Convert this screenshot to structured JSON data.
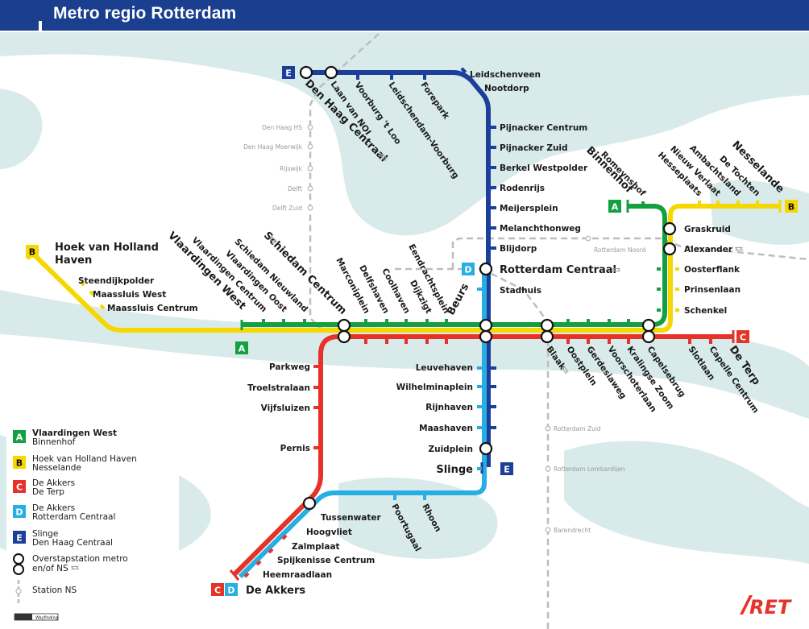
{
  "title": "Metro regio Rotterdam",
  "colors": {
    "header": "#1b3f8f",
    "line_a": "#14a040",
    "line_b": "#f6d800",
    "line_c": "#e63329",
    "line_d": "#27aee3",
    "line_e": "#1b3f9a",
    "ns": "#bdbdbd",
    "land": "#ffffff",
    "water": "#d9eaea"
  },
  "lines": {
    "a": {
      "letter": "A"
    },
    "b": {
      "letter": "B"
    },
    "c": {
      "letter": "C"
    },
    "d": {
      "letter": "D"
    },
    "e": {
      "letter": "E"
    }
  },
  "stations": {
    "leidschenveen": "Leidschenveen",
    "nootdorp": "Nootdorp",
    "forepark": "Forepark",
    "leidschendam_voorburg": "Leidschendam-Voorburg",
    "voorburg_t_loo": "Voorburg 't Loo",
    "laan_van_noi": "Laan van NOI",
    "den_haag_centraal": "Den Haag Centraal",
    "pijnacker_centrum": "Pijnacker Centrum",
    "pijnacker_zuid": "Pijnacker Zuid",
    "berkel_westpolder": "Berkel Westpolder",
    "rodenrijs": "Rodenrijs",
    "meijersplein": "Meijersplein",
    "melanchthonweg": "Melanchthonweg",
    "blijdorp": "Blijdorp",
    "rotterdam_centraal": "Rotterdam Centraal",
    "stadhuis": "Stadhuis",
    "beurs": "Beurs",
    "eendrachtsplein": "Eendrachtsplein",
    "dijkzigt": "Dijkzigt",
    "coolhaven": "Coolhaven",
    "delfshaven": "Delfshaven",
    "marconiplein": "Marconiplein",
    "schiedam_centrum": "Schiedam Centrum",
    "schiedam_nieuwland": "Schiedam Nieuwland",
    "vlaardingen_oost": "Vlaardingen Oost",
    "vlaardingen_centrum": "Vlaardingen Centrum",
    "vlaardingen_west": "Vlaardingen West",
    "hoek_van_holland_haven_1": "Hoek van Holland",
    "hoek_van_holland_haven_2": "Haven",
    "steendijkpolder": "Steendijkpolder",
    "maassluis_west": "Maassluis West",
    "maassluis_centrum": "Maassluis Centrum",
    "romeynshof": "Romeynshof",
    "binnenhof": "Binnenhof",
    "hesseplaats": "Hesseplaats",
    "nieuw_verlaat": "Nieuw Verlaat",
    "ambachtsland": "Ambachtsland",
    "de_tochten": "De Tochten",
    "nesselande": "Nesselande",
    "graskruid": "Graskruid",
    "alexander": "Alexander",
    "oosterflank": "Oosterflank",
    "prinsenlaan": "Prinsenlaan",
    "schenkel": "Schenkel",
    "blaak": "Blaak",
    "oostplein": "Oostplein",
    "gerdesiaweg": "Gerdesiaweg",
    "voorschoterlaan": "Voorschoterlaan",
    "kralingse_zoom": "Kralingse Zoom",
    "capelsebrug": "Capelsebrug",
    "slotlaan": "Slotlaan",
    "capelle_centrum": "Capelle Centrum",
    "de_terp": "De Terp",
    "parkweg": "Parkweg",
    "troelstralaan": "Troelstralaan",
    "vijfsluizen": "Vijfsluizen",
    "pernis": "Pernis",
    "leuvehaven": "Leuvehaven",
    "wilhelminaplein": "Wilhelminaplein",
    "rijnhaven": "Rijnhaven",
    "maashaven": "Maashaven",
    "zuidplein": "Zuidplein",
    "slinge": "Slinge",
    "tussenwater": "Tussenwater",
    "poortugaal": "Poortugaal",
    "rhoon": "Rhoon",
    "hoogvliet": "Hoogvliet",
    "zalmplaat": "Zalmplaat",
    "spijkenisse_centrum": "Spijkenisse Centrum",
    "heemraadlaan": "Heemraadlaan",
    "de_akkers": "De Akkers"
  },
  "ns_stations": {
    "den_haag_hs": "Den Haag HS",
    "den_haag_moerwijk": "Den Haag Moerwijk",
    "rijswijk": "Rijswijk",
    "delft": "Delft",
    "delft_zuid": "Delft Zuid",
    "rotterdam_noord": "Rotterdam Noord",
    "rotterdam_zuid": "Rotterdam Zuid",
    "rotterdam_lombardijen": "Rotterdam Lombardijen",
    "barendrecht": "Barendrecht"
  },
  "legend": {
    "a": {
      "letter": "A",
      "line1": "Vlaardingen West",
      "line2": "Binnenhof"
    },
    "b": {
      "letter": "B",
      "line1": "Hoek van Holland Haven",
      "line2": "Nesselande"
    },
    "c": {
      "letter": "C",
      "line1": "De Akkers",
      "line2": "De Terp"
    },
    "d": {
      "letter": "D",
      "line1": "De Akkers",
      "line2": "Rotterdam Centraal"
    },
    "e": {
      "letter": "E",
      "line1": "Slinge",
      "line2": "Den Haag Centraal"
    },
    "transfer_1": "Overstapstation metro",
    "transfer_2": "en/of NS",
    "ns_station": "Station NS"
  },
  "icons": {
    "ns_train": "ns-train-icon",
    "transfer": "transfer-icon"
  },
  "footer": {
    "wayfinding": "Wayfinding",
    "brand": "RET"
  }
}
